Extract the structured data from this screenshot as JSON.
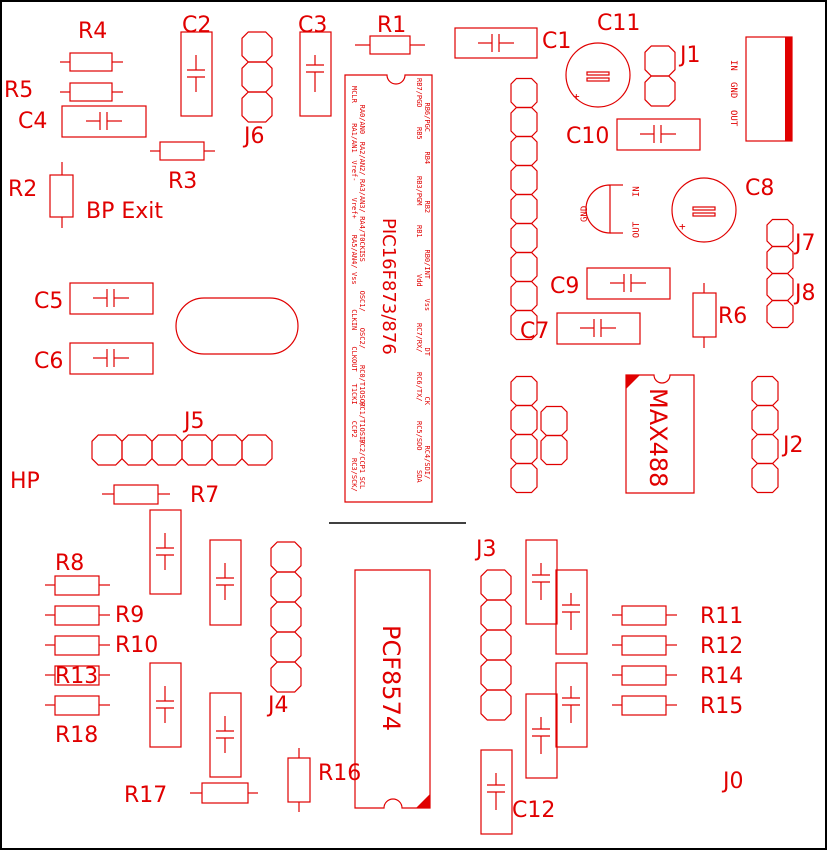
{
  "colors": {
    "silkscreen": "#e00000",
    "board_outline": "#000000",
    "background": "#ffffff"
  },
  "labels": {
    "r1": "R1",
    "r2": "R2",
    "r3": "R3",
    "r4": "R4",
    "r5": "R5",
    "r6": "R6",
    "r7": "R7",
    "r8": "R8",
    "r9": "R9",
    "r10": "R10",
    "r11": "R11",
    "r12": "R12",
    "r13": "R13",
    "r14": "R14",
    "r15": "R15",
    "r16": "R16",
    "r17": "R17",
    "r18": "R18",
    "c1": "C1",
    "c2": "C2",
    "c3": "C3",
    "c4": "C4",
    "c5": "C5",
    "c6": "C6",
    "c7": "C7",
    "c8": "C8",
    "c9": "C9",
    "c10": "C10",
    "c11": "C11",
    "c12": "C12",
    "j0": "J0",
    "j1": "J1",
    "j2": "J2",
    "j3": "J3",
    "j4": "J4",
    "j5": "J5",
    "j6": "J6",
    "j7": "J7",
    "j8": "J8",
    "bp_exit": "BP Exit",
    "hp": "HP",
    "pic_name": "PIC16F873/876",
    "max_name": "MAX488",
    "pcf_name": "PCF8574",
    "reg_in": "IN",
    "reg_gnd": "GND",
    "reg_out": "OUT",
    "conn_in": "IN",
    "conn_gnd": "GND",
    "conn_out": "OUT",
    "plus": "+"
  },
  "pic_pins_left": [
    "MCLR",
    "RA0/AN0",
    "RA1/AN1",
    "RA2/AN2/",
    "Vref-",
    "RA3/AN3/",
    "Vref+",
    "RA4/T0CKI",
    "RA5/AN4/",
    "SS",
    "Vss",
    "OSC1/",
    "CLKIN",
    "OSC2/",
    "CLKOUT",
    "RC0/T1OSO/",
    "T1CKI",
    "RC1/T1OSI/",
    "CCP2",
    "RC2/CCP1",
    "RC3/SCK/",
    "SCL"
  ],
  "pic_pins_right": [
    "RB7/PGD",
    "RB6/PGC",
    "RB5",
    "RB4",
    "RB3/PGM",
    "RB2",
    "RB1",
    "RB0/INT",
    "Vdd",
    "Vss",
    "RC7/RX/",
    "DT",
    "RC6/TX/",
    "CK",
    "RC5/SDO",
    "RC4/SDI/",
    "SDA"
  ]
}
